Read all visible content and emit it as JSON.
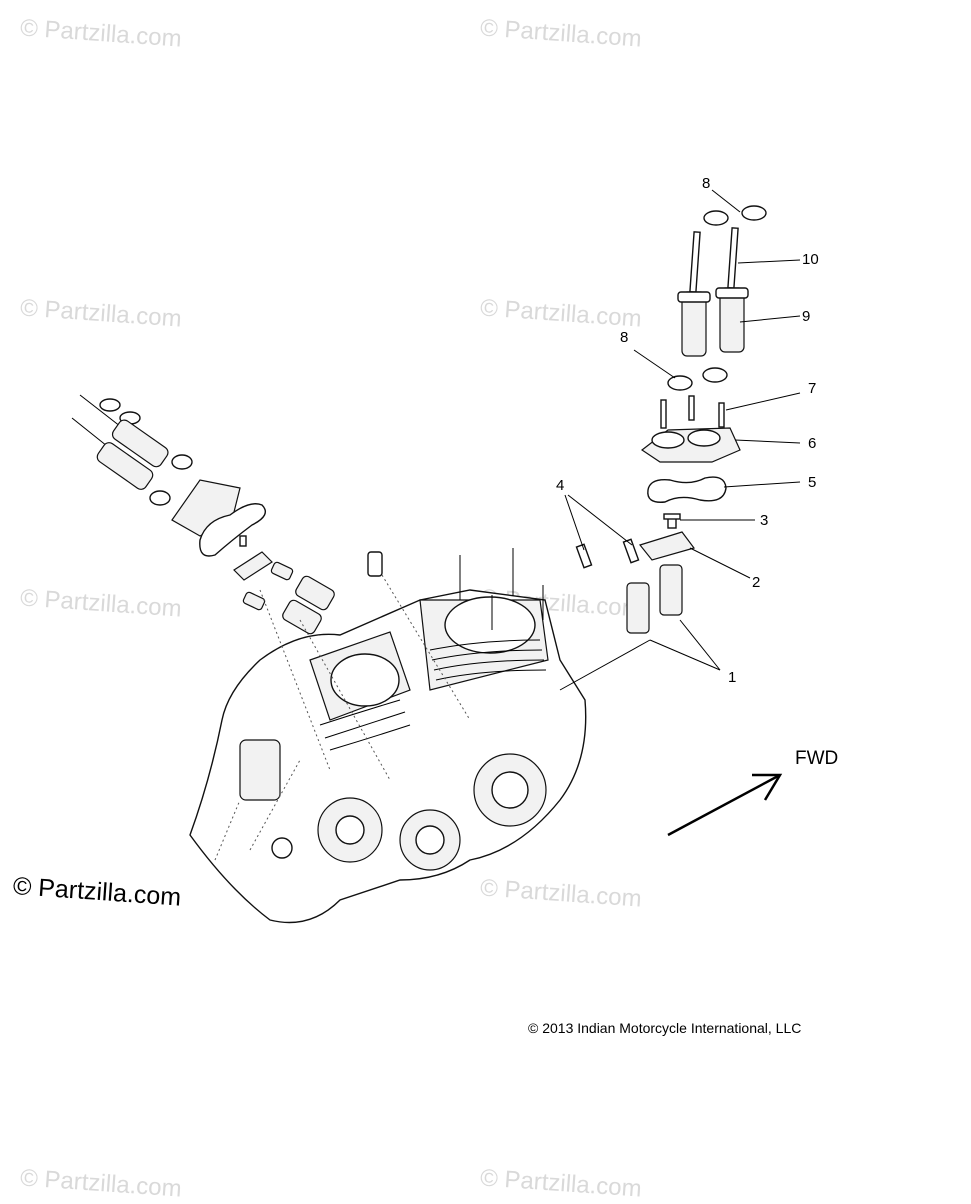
{
  "watermark": "© Partzilla.com",
  "brand_watermark": "© Partzilla.com",
  "copyright": "© 2013 Indian Motorcycle International, LLC",
  "direction_label": "FWD",
  "callouts": {
    "c1": "1",
    "c2": "2",
    "c3": "3",
    "c4": "4",
    "c5": "5",
    "c6": "6",
    "c7": "7",
    "c8a": "8",
    "c8b": "8",
    "c9": "9",
    "c10": "10"
  }
}
